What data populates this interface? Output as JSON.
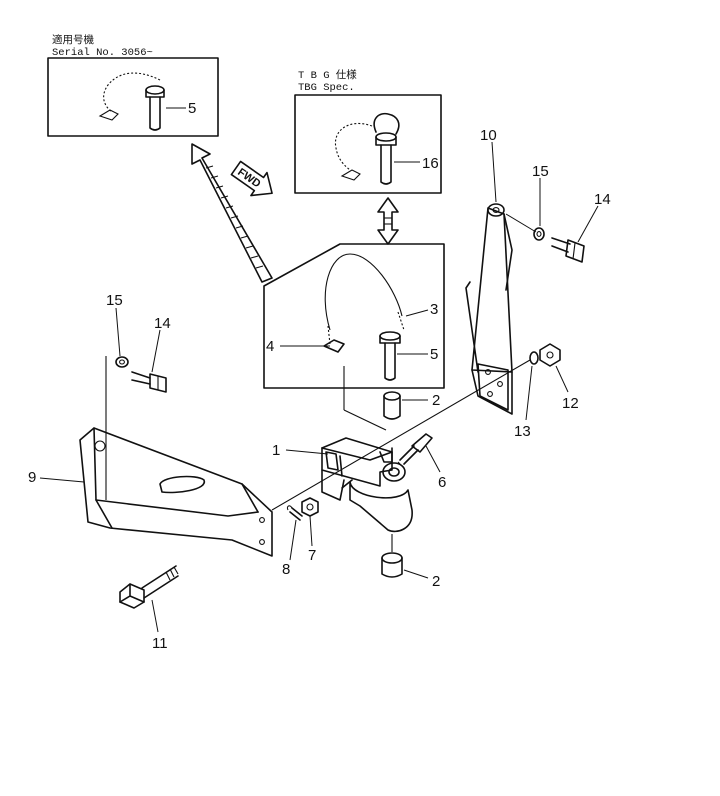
{
  "detail_serial": {
    "caption_jp": "適用号機",
    "caption_en": "Serial No. 3056~"
  },
  "detail_tbg": {
    "caption_jp": "T B G 仕様",
    "caption_en": "TBG Spec."
  },
  "fwd_label": "FWD",
  "callouts": [
    {
      "id": "c5a",
      "text": "5"
    },
    {
      "id": "c16",
      "text": "16"
    },
    {
      "id": "c10",
      "text": "10"
    },
    {
      "id": "c15r",
      "text": "15"
    },
    {
      "id": "c14r",
      "text": "14"
    },
    {
      "id": "c3",
      "text": "3"
    },
    {
      "id": "c4",
      "text": "4"
    },
    {
      "id": "c5b",
      "text": "5"
    },
    {
      "id": "c2a",
      "text": "2"
    },
    {
      "id": "c15l",
      "text": "15"
    },
    {
      "id": "c14l",
      "text": "14"
    },
    {
      "id": "c1",
      "text": "1"
    },
    {
      "id": "c6",
      "text": "6"
    },
    {
      "id": "c9",
      "text": "9"
    },
    {
      "id": "c12",
      "text": "12"
    },
    {
      "id": "c13",
      "text": "13"
    },
    {
      "id": "c8",
      "text": "8"
    },
    {
      "id": "c7",
      "text": "7"
    },
    {
      "id": "c2b",
      "text": "2"
    },
    {
      "id": "c11",
      "text": "11"
    }
  ]
}
